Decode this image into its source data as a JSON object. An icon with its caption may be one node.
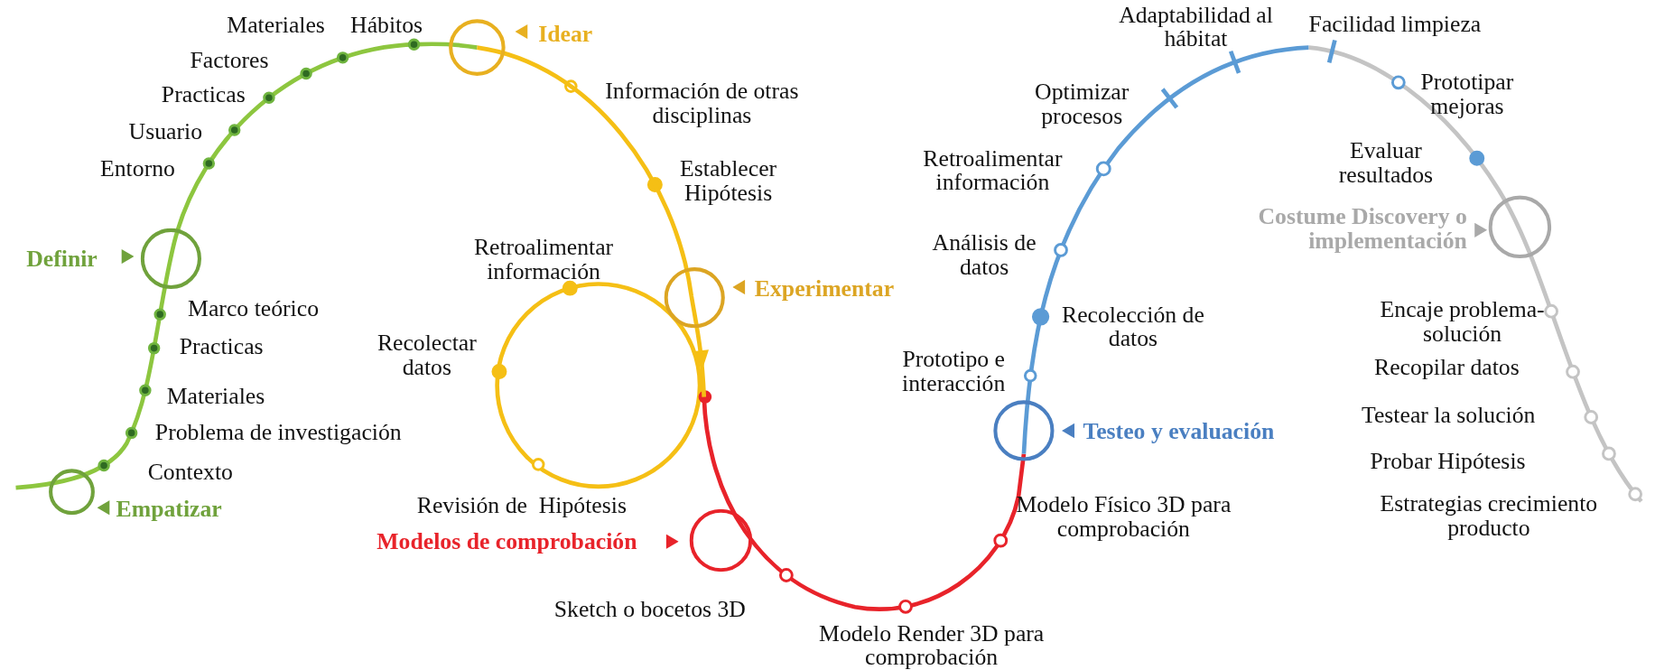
{
  "diagram": {
    "nodes": [
      {
        "text": [],
        "shape": "circle",
        "beside": [
          "Empatizar"
        ]
      },
      {
        "text": [],
        "shape": "circle",
        "beside": [
          "Definir"
        ]
      },
      {
        "text": [],
        "shape": "circle",
        "beside": [
          "Idear"
        ]
      },
      {
        "text": [],
        "shape": "circle",
        "beside": [
          "Experimentar"
        ]
      },
      {
        "text": [],
        "shape": "circle",
        "beside": [
          "Modelos de comprobación"
        ]
      },
      {
        "text": [],
        "shape": "circle",
        "beside": [
          "Testeo y evaluación"
        ]
      },
      {
        "text": [],
        "shape": "circle",
        "beside": [
          "Costume Discovery o implementación"
        ]
      }
    ],
    "labels": [
      "Materiales",
      "Hábitos",
      "Factores",
      "Practicas",
      "Usuario",
      "Entorno",
      "Información de otras disciplinas",
      "Establecer Hipótesis",
      "Retroalimentar información",
      "Marco teórico",
      "Recolectar datos",
      "Practicas",
      "Materiales",
      "Problema de investigación",
      "Contexto",
      "Revisión de  Hipótesis",
      "Sketch o bocetos 3D",
      "Modelo Render 3D para comprobación",
      "Modelo Físico 3D para comprobación",
      "Prototipo e interacción",
      "Recolección de datos",
      "Análisis de datos",
      "Retroalimentar información",
      "Optimizar procesos",
      "Adaptabilidad al hábitat",
      "Facilidad limpieza",
      "Prototipar mejoras",
      "Evaluar resultados",
      "Encaje problema-solución",
      "Recopilar datos",
      "Testear la solución",
      "Probar Hipótesis",
      "Estrategias crecimiento producto"
    ]
  }
}
